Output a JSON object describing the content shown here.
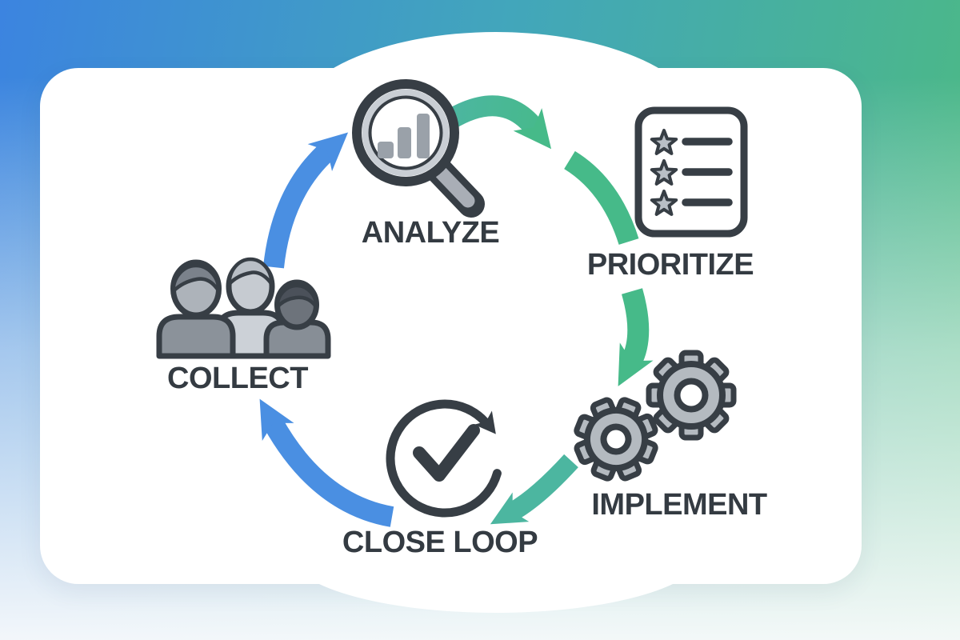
{
  "diagram": {
    "steps": [
      {
        "label": "COLLECT",
        "icon": "people-group-icon"
      },
      {
        "label": "ANALYZE",
        "icon": "magnifier-chart-icon"
      },
      {
        "label": "PRIORITIZE",
        "icon": "star-checklist-icon"
      },
      {
        "label": "IMPLEMENT",
        "icon": "gears-icon"
      },
      {
        "label": "CLOSE LOOP",
        "icon": "circular-check-icon"
      }
    ],
    "colors": {
      "background_blue": "#3c84e0",
      "background_teal": "#42a6bb",
      "background_green": "#4dbb80",
      "card": "#ffffff",
      "label_text": "#343b42",
      "icon_outline": "#373e45",
      "icon_gray": "#b4bac0",
      "icon_gray_light": "#ccd1d7",
      "icon_gray_mid": "#9aa1a9",
      "arrow_blue": "#4a8fe2",
      "arrow_green": "#46ba89",
      "arrow_teal": "#4cb6a0"
    }
  }
}
